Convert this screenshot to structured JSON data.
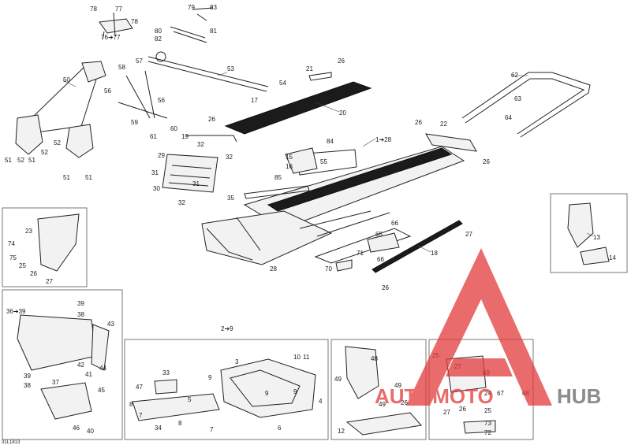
{
  "diagram": {
    "code": "31L1813",
    "callouts": [
      {
        "id": "c78a",
        "text": "78"
      },
      {
        "id": "c77",
        "text": "77"
      },
      {
        "id": "c78b",
        "text": "78"
      },
      {
        "id": "c7677",
        "text": "76➔77"
      },
      {
        "id": "c79",
        "text": "79"
      },
      {
        "id": "c83",
        "text": "83"
      },
      {
        "id": "c80",
        "text": "80"
      },
      {
        "id": "c81",
        "text": "81"
      },
      {
        "id": "c82",
        "text": "82"
      },
      {
        "id": "c57",
        "text": "57"
      },
      {
        "id": "c58",
        "text": "58"
      },
      {
        "id": "c53",
        "text": "53"
      },
      {
        "id": "c54",
        "text": "54"
      },
      {
        "id": "c50",
        "text": "50"
      },
      {
        "id": "c56a",
        "text": "56"
      },
      {
        "id": "c56b",
        "text": "56"
      },
      {
        "id": "c59",
        "text": "59"
      },
      {
        "id": "c60",
        "text": "60"
      },
      {
        "id": "c61",
        "text": "61"
      },
      {
        "id": "c52a",
        "text": "52"
      },
      {
        "id": "c52b",
        "text": "52"
      },
      {
        "id": "c52c",
        "text": "52"
      },
      {
        "id": "c51a",
        "text": "51"
      },
      {
        "id": "c51b",
        "text": "51"
      },
      {
        "id": "c51c",
        "text": "51"
      },
      {
        "id": "c51d",
        "text": "51"
      },
      {
        "id": "c21",
        "text": "21"
      },
      {
        "id": "c26a",
        "text": "26"
      },
      {
        "id": "c17",
        "text": "17"
      },
      {
        "id": "c20",
        "text": "20"
      },
      {
        "id": "c26b",
        "text": "26"
      },
      {
        "id": "c19",
        "text": "19"
      },
      {
        "id": "c32a",
        "text": "32"
      },
      {
        "id": "c29",
        "text": "29"
      },
      {
        "id": "c32b",
        "text": "32"
      },
      {
        "id": "c31a",
        "text": "31"
      },
      {
        "id": "c31b",
        "text": "31"
      },
      {
        "id": "c30",
        "text": "30"
      },
      {
        "id": "c32c",
        "text": "32"
      },
      {
        "id": "c35",
        "text": "35"
      },
      {
        "id": "c84",
        "text": "84"
      },
      {
        "id": "c128",
        "text": "1➔28"
      },
      {
        "id": "c15",
        "text": "15"
      },
      {
        "id": "c16",
        "text": "16"
      },
      {
        "id": "c55",
        "text": "55"
      },
      {
        "id": "c85",
        "text": "85"
      },
      {
        "id": "c62",
        "text": "62"
      },
      {
        "id": "c63",
        "text": "63"
      },
      {
        "id": "c64",
        "text": "64"
      },
      {
        "id": "c26c",
        "text": "26"
      },
      {
        "id": "c22",
        "text": "22"
      },
      {
        "id": "c26d",
        "text": "26"
      },
      {
        "id": "c66a",
        "text": "66"
      },
      {
        "id": "c65",
        "text": "65"
      },
      {
        "id": "c27a",
        "text": "27"
      },
      {
        "id": "c18",
        "text": "18"
      },
      {
        "id": "c71",
        "text": "71"
      },
      {
        "id": "c66b",
        "text": "66"
      },
      {
        "id": "c70",
        "text": "70"
      },
      {
        "id": "c28",
        "text": "28"
      },
      {
        "id": "c26e",
        "text": "26"
      },
      {
        "id": "c13",
        "text": "13"
      },
      {
        "id": "c14",
        "text": "14"
      },
      {
        "id": "c23",
        "text": "23"
      },
      {
        "id": "c74",
        "text": "74"
      },
      {
        "id": "c75",
        "text": "75"
      },
      {
        "id": "c25a",
        "text": "25"
      },
      {
        "id": "c26f",
        "text": "26"
      },
      {
        "id": "c27b",
        "text": "27"
      },
      {
        "id": "c3639",
        "text": "36➔39"
      },
      {
        "id": "c39a",
        "text": "39"
      },
      {
        "id": "c38a",
        "text": "38"
      },
      {
        "id": "c43",
        "text": "43"
      },
      {
        "id": "c42",
        "text": "42"
      },
      {
        "id": "c41",
        "text": "41"
      },
      {
        "id": "c44",
        "text": "44"
      },
      {
        "id": "c39b",
        "text": "39"
      },
      {
        "id": "c38b",
        "text": "38"
      },
      {
        "id": "c37",
        "text": "37"
      },
      {
        "id": "c45",
        "text": "45"
      },
      {
        "id": "c46",
        "text": "46"
      },
      {
        "id": "c40",
        "text": "40"
      },
      {
        "id": "c29r",
        "text": "2➔9"
      },
      {
        "id": "c33",
        "text": "33"
      },
      {
        "id": "c47",
        "text": "47"
      },
      {
        "id": "c5",
        "text": "5"
      },
      {
        "id": "c8a",
        "text": "8"
      },
      {
        "id": "c7a",
        "text": "7"
      },
      {
        "id": "c34",
        "text": "34"
      },
      {
        "id": "c8b",
        "text": "8"
      },
      {
        "id": "c7b",
        "text": "7"
      },
      {
        "id": "c9a",
        "text": "9"
      },
      {
        "id": "c3",
        "text": "3"
      },
      {
        "id": "c10",
        "text": "10"
      },
      {
        "id": "c11",
        "text": "11"
      },
      {
        "id": "c9b",
        "text": "9"
      },
      {
        "id": "c9c",
        "text": "9"
      },
      {
        "id": "c4",
        "text": "4"
      },
      {
        "id": "c6",
        "text": "6"
      },
      {
        "id": "c48",
        "text": "48"
      },
      {
        "id": "c49a",
        "text": "49"
      },
      {
        "id": "c49b",
        "text": "49"
      },
      {
        "id": "c49c",
        "text": "49"
      },
      {
        "id": "c26g",
        "text": "26"
      },
      {
        "id": "c12",
        "text": "12"
      },
      {
        "id": "c25b",
        "text": "25"
      },
      {
        "id": "c27c",
        "text": "27"
      },
      {
        "id": "c69",
        "text": "69"
      },
      {
        "id": "c24",
        "text": "24"
      },
      {
        "id": "c67",
        "text": "67"
      },
      {
        "id": "c68",
        "text": "68"
      },
      {
        "id": "c27d",
        "text": "27"
      },
      {
        "id": "c26h",
        "text": "26"
      },
      {
        "id": "c25c",
        "text": "25"
      },
      {
        "id": "c73",
        "text": "73"
      },
      {
        "id": "c72",
        "text": "72"
      }
    ]
  },
  "watermark": {
    "word_left": "AUTOMOTO",
    "word_right": "HUB",
    "color_red": "#e23a3a",
    "color_gray": "#666666"
  }
}
